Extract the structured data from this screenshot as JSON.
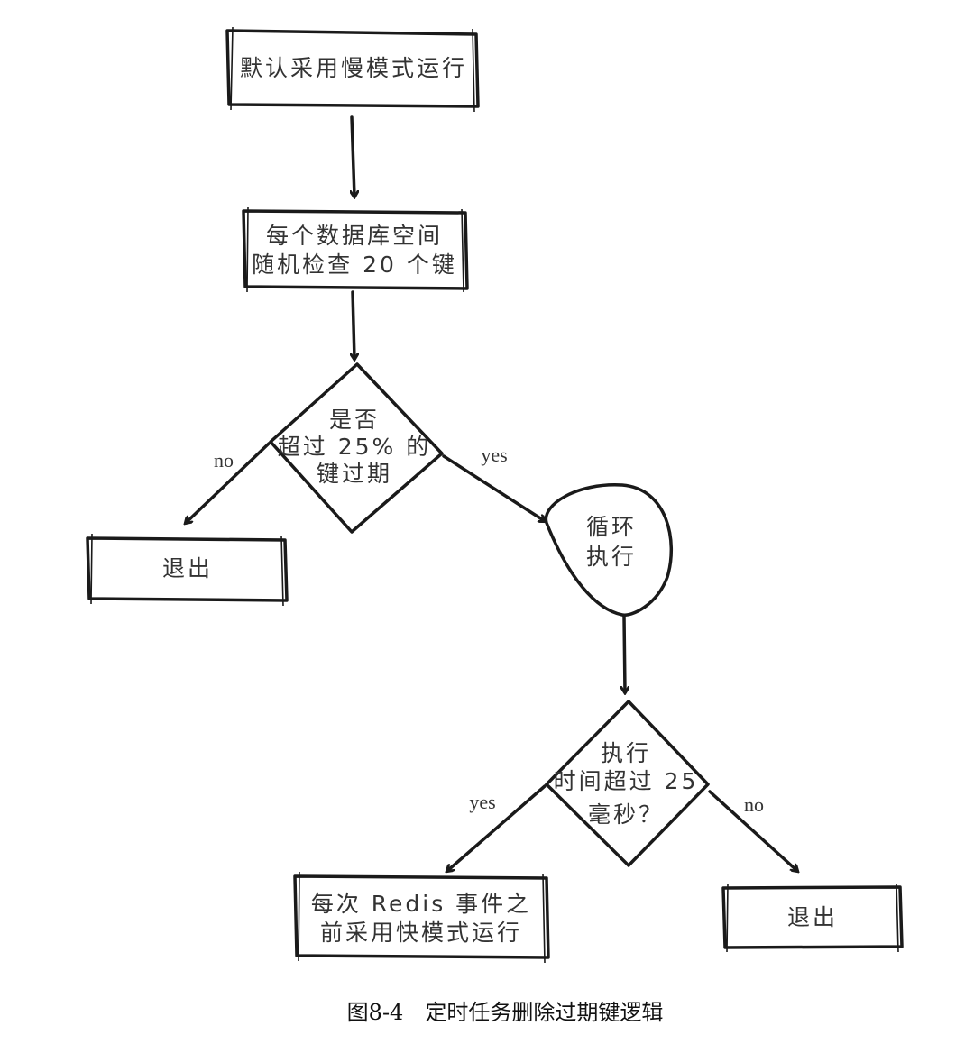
{
  "nodes": {
    "start": {
      "text": "默认采用慢模式运行"
    },
    "sample": {
      "lines": [
        "每个数据库空间",
        "随机检查 20 个键"
      ]
    },
    "decision1": {
      "lines": [
        "是否",
        "超过 25% 的",
        "键过期"
      ]
    },
    "exit1": {
      "text": "退出"
    },
    "loop": {
      "lines": [
        "循环",
        "执行"
      ]
    },
    "decision2": {
      "lines": [
        "执行",
        "时间超过 25",
        "毫秒？"
      ]
    },
    "fast": {
      "lines": [
        "每次 Redis 事件之",
        "前采用快模式运行"
      ]
    },
    "exit2": {
      "text": "退出"
    }
  },
  "edges": {
    "d1_no": "no",
    "d1_yes": "yes",
    "d2_yes": "yes",
    "d2_no": "no"
  },
  "caption": "图8-4　定时任务删除过期键逻辑"
}
